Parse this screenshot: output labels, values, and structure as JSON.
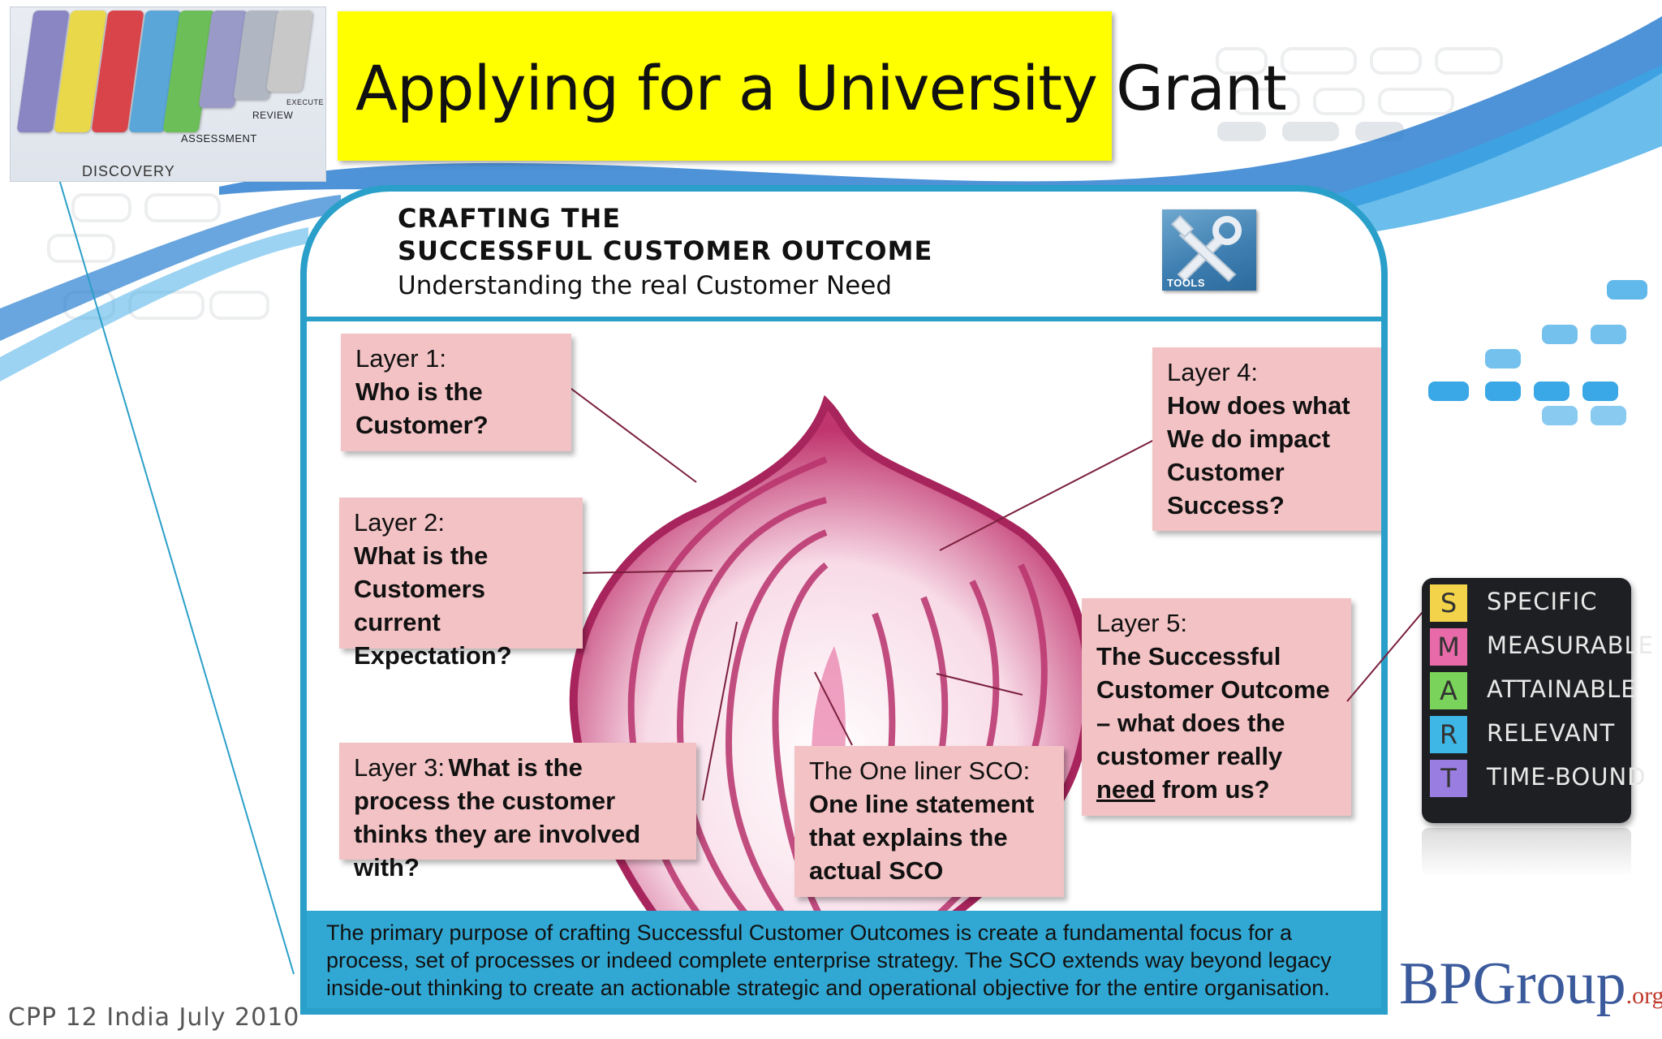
{
  "slide": {
    "title": "Applying for a University Grant"
  },
  "thumbnail": {
    "phase_labels": {
      "discovery": "DISCOVERY",
      "assessment": "ASSESSMENT",
      "review": "REVIEW",
      "execute": "EXECUTE"
    },
    "phase_colors": [
      "#8a86c4",
      "#e8d84a",
      "#d9434a",
      "#5aa6d8",
      "#6cbf58",
      "#9a9ac8",
      "#b0b6c2",
      "#c8c8c8"
    ]
  },
  "panel": {
    "heading_line1": "CRAFTING THE",
    "heading_line2": "SUCCESSFUL CUSTOMER OUTCOME",
    "subheading": "Understanding the real Customer Need",
    "tools_label": "TOOLS",
    "accent_color": "#2a9fc9"
  },
  "layers": {
    "layer1": {
      "label": "Layer 1:",
      "question": "Who is the Customer?"
    },
    "layer2": {
      "label": "Layer 2:",
      "question": "What is the Customers current Expectation?"
    },
    "layer3": {
      "label": "Layer 3:",
      "question": "What is the process the customer thinks they are involved with?"
    },
    "layer4": {
      "label": "Layer 4:",
      "question": "How does what We do impact Customer Success?"
    },
    "layer5": {
      "label": "Layer 5:",
      "question_part1": "The Successful Customer Outcome – what does the customer really",
      "question_underlined": "need",
      "question_part2": " from us?"
    },
    "sco": {
      "label": "The One liner SCO:",
      "statement": "One line statement that explains the actual SCO"
    },
    "box_color": "#f3c2c4"
  },
  "footer": {
    "text": "The primary purpose of crafting Successful  Customer Outcomes is create a fundamental focus for a process, set of processes or indeed complete enterprise strategy. The SCO extends way beyond legacy inside-out thinking to create an actionable strategic and operational objective for the entire organisation."
  },
  "smart": {
    "items": [
      {
        "letter": "S",
        "word": "SPECIFIC",
        "color": "#f3d34a"
      },
      {
        "letter": "M",
        "word": "MEASURABLE",
        "color": "#e86aa8"
      },
      {
        "letter": "A",
        "word": "ATTAINABLE",
        "color": "#7ad35a"
      },
      {
        "letter": "R",
        "word": "RELEVANT",
        "color": "#3fb7e6"
      },
      {
        "letter": "T",
        "word": "TIME-BOUND",
        "color": "#9a7de0"
      }
    ]
  },
  "branding": {
    "logo_text": "BPGroup",
    "logo_suffix": ".org",
    "event_label": "CPP 12 India July 2010"
  }
}
